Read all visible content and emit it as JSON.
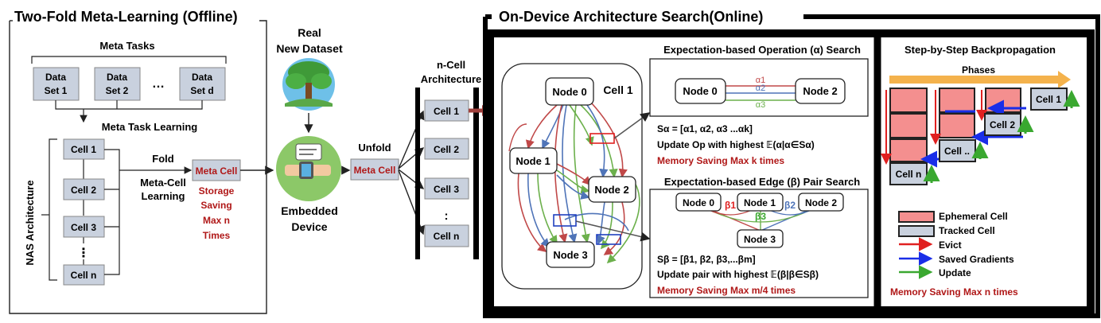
{
  "left_panel": {
    "title": "Two-Fold Meta-Learning (Offline)",
    "meta_tasks": "Meta Tasks",
    "datasets": [
      {
        "line1": "Data",
        "line2": "Set 1"
      },
      {
        "line1": "Data",
        "line2": "Set 2"
      },
      {
        "line1": "Data",
        "line2": "Set d"
      }
    ],
    "dataset_ellipsis": "…",
    "meta_task_learning": "Meta Task Learning",
    "nas_architecture": "NAS Architecture",
    "cells": [
      "Cell 1",
      "Cell 2",
      "Cell 3",
      "Cell n"
    ],
    "cell_ellipsis": "⋮",
    "fold": "Fold",
    "meta_cell_learning_1": "Meta-Cell",
    "meta_cell_learning_2": "Learning",
    "meta_cell": "Meta Cell",
    "storage_saving": [
      "Storage",
      "Saving",
      "Max n",
      "Times"
    ]
  },
  "device": {
    "dataset_label_1": "Real",
    "dataset_label_2": "New Dataset",
    "device_label_1": "Embedded",
    "device_label_2": "Device",
    "unfold": "Unfold",
    "meta_cell": "Meta Cell"
  },
  "ncell": {
    "title_1": "n-Cell",
    "title_2": "Architecture",
    "cells": [
      "Cell 1",
      "Cell 2",
      "Cell 3",
      "Cell n"
    ],
    "dots": ":"
  },
  "right_panel": {
    "title": "On-Device Architecture Search(Online)",
    "cell_graph": {
      "cell_label": "Cell 1",
      "nodes": [
        "Node 0",
        "Node 1",
        "Node 2",
        "Node 3"
      ]
    },
    "alpha": {
      "title": "Expectation-based Operation (α) Search",
      "node_a": "Node 0",
      "node_b": "Node 2",
      "ops": [
        "α1",
        "α2",
        "α3"
      ],
      "set_line": "Sα = [α1, α2, α3 ...αk]",
      "update_line": "Update Op with highest 𝔼(α|α∈Sα)",
      "memory_line": "Memory Saving Max k times"
    },
    "beta": {
      "title": "Expectation-based Edge (β) Pair Search",
      "nodes": [
        "Node 0",
        "Node 1",
        "Node 2",
        "Node 3"
      ],
      "betas": [
        "β1",
        "β3",
        "β2"
      ],
      "set_line": "Sβ = [β1, β2, β3,...βm]",
      "update_line": "Update pair with highest 𝔼(β|β∈Sβ)",
      "memory_line": "Memory Saving Max m/4 times"
    },
    "backprop": {
      "title": "Step-by-Step Backpropagation",
      "phases": "Phases",
      "cells": [
        "Cell 1",
        "Cell 2",
        "Cell ..",
        "Cell n"
      ],
      "legend": [
        "Ephemeral Cell",
        "Tracked Cell",
        "Evict",
        "Saved Gradients",
        "Update"
      ],
      "memory_line": "Memory Saving Max n times"
    }
  },
  "colors": {
    "cell_fill": "#c9d1de",
    "meta_red": "#b01818",
    "ephemeral": "#f48f8f",
    "evict": "#e02020",
    "gradients": "#1a2ee8",
    "update": "#3aa830",
    "phase_arrow": "#f4b24c",
    "edge_blue": "#4f74b8",
    "edge_green": "#6cb04c",
    "edge_red": "#c04848"
  }
}
